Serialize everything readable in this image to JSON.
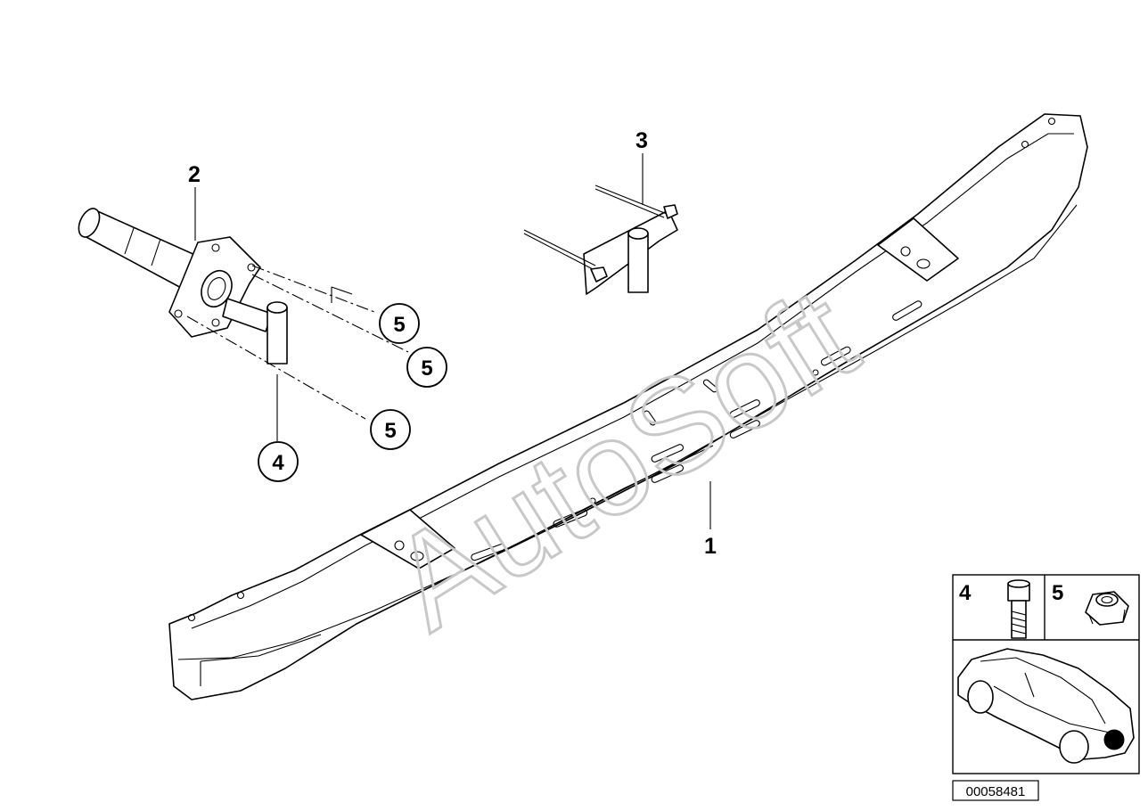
{
  "diagram": {
    "watermark": "AutoSoft",
    "part_labels": {
      "bumper_carrier": "1",
      "towing_bracket": "2",
      "support_bracket": "3"
    },
    "callouts": {
      "bolt_lower": "4",
      "nut_upper": "5",
      "nut_middle": "5",
      "nut_lower": "5"
    },
    "legend": {
      "bolt_number": "4",
      "nut_number": "5"
    },
    "diagram_code": "00058481"
  }
}
